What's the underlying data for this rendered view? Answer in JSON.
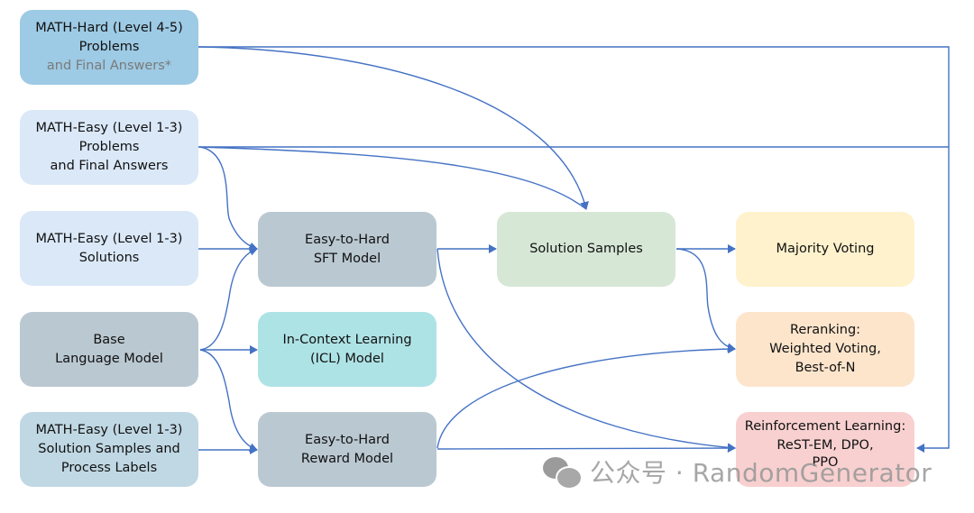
{
  "nodes": {
    "math_hard": {
      "line1": "MATH-Hard (Level 4-5)",
      "line2": "Problems",
      "line3": "and Final Answers*",
      "color": "#9dcae4"
    },
    "math_easy_problems": {
      "line1": "MATH-Easy (Level 1-3)",
      "line2": "Problems",
      "line3": "and Final Answers",
      "color": "#dae8f8"
    },
    "math_easy_solutions": {
      "line1": "MATH-Easy (Level 1-3)",
      "line2": "Solutions",
      "color": "#dae8f8"
    },
    "base_lm": {
      "line1": "Base",
      "line2": "Language Model",
      "color": "#bac8d1"
    },
    "math_easy_process": {
      "line1": "MATH-Easy (Level 1-3)",
      "line2": "Solution Samples and",
      "line3": "Process Labels",
      "color": "#c0d8e4"
    },
    "sft_model": {
      "line1": "Easy-to-Hard",
      "line2": "SFT Model",
      "color": "#bac8d1"
    },
    "icl_model": {
      "line1": "In-Context Learning",
      "line2": "(ICL) Model",
      "color": "#aee3e6"
    },
    "reward_model": {
      "line1": "Easy-to-Hard",
      "line2": "Reward Model",
      "color": "#bac8d1"
    },
    "solution_samples": {
      "line1": "Solution Samples",
      "color": "#d6e7d6"
    },
    "majority_voting": {
      "line1": "Majority Voting",
      "color": "#fff2cd"
    },
    "reranking": {
      "line1": "Reranking:",
      "line2": "Weighted Voting,",
      "line3": "Best-of-N",
      "color": "#fde5cc"
    },
    "rl": {
      "line1": "Reinforcement Learning:",
      "line2": "ReST-EM, DPO,",
      "line3": "PPO",
      "color": "#f8d0d0"
    }
  },
  "edges": [
    {
      "from": "math_hard",
      "to": "rl"
    },
    {
      "from": "math_hard",
      "to": "solution_samples"
    },
    {
      "from": "math_easy_problems",
      "to": "rl"
    },
    {
      "from": "math_easy_problems",
      "to": "solution_samples"
    },
    {
      "from": "math_easy_problems",
      "to": "sft_model"
    },
    {
      "from": "math_easy_solutions",
      "to": "sft_model"
    },
    {
      "from": "base_lm",
      "to": "sft_model"
    },
    {
      "from": "base_lm",
      "to": "icl_model"
    },
    {
      "from": "base_lm",
      "to": "reward_model"
    },
    {
      "from": "math_easy_process",
      "to": "reward_model"
    },
    {
      "from": "sft_model",
      "to": "solution_samples"
    },
    {
      "from": "sft_model",
      "to": "rl"
    },
    {
      "from": "solution_samples",
      "to": "majority_voting"
    },
    {
      "from": "solution_samples",
      "to": "reranking"
    },
    {
      "from": "reward_model",
      "to": "reranking"
    },
    {
      "from": "reward_model",
      "to": "rl"
    }
  ],
  "edge_color": "#4472c4",
  "watermark": {
    "icon": "wechat-icon",
    "text": "公众号 · RandomGenerator"
  }
}
